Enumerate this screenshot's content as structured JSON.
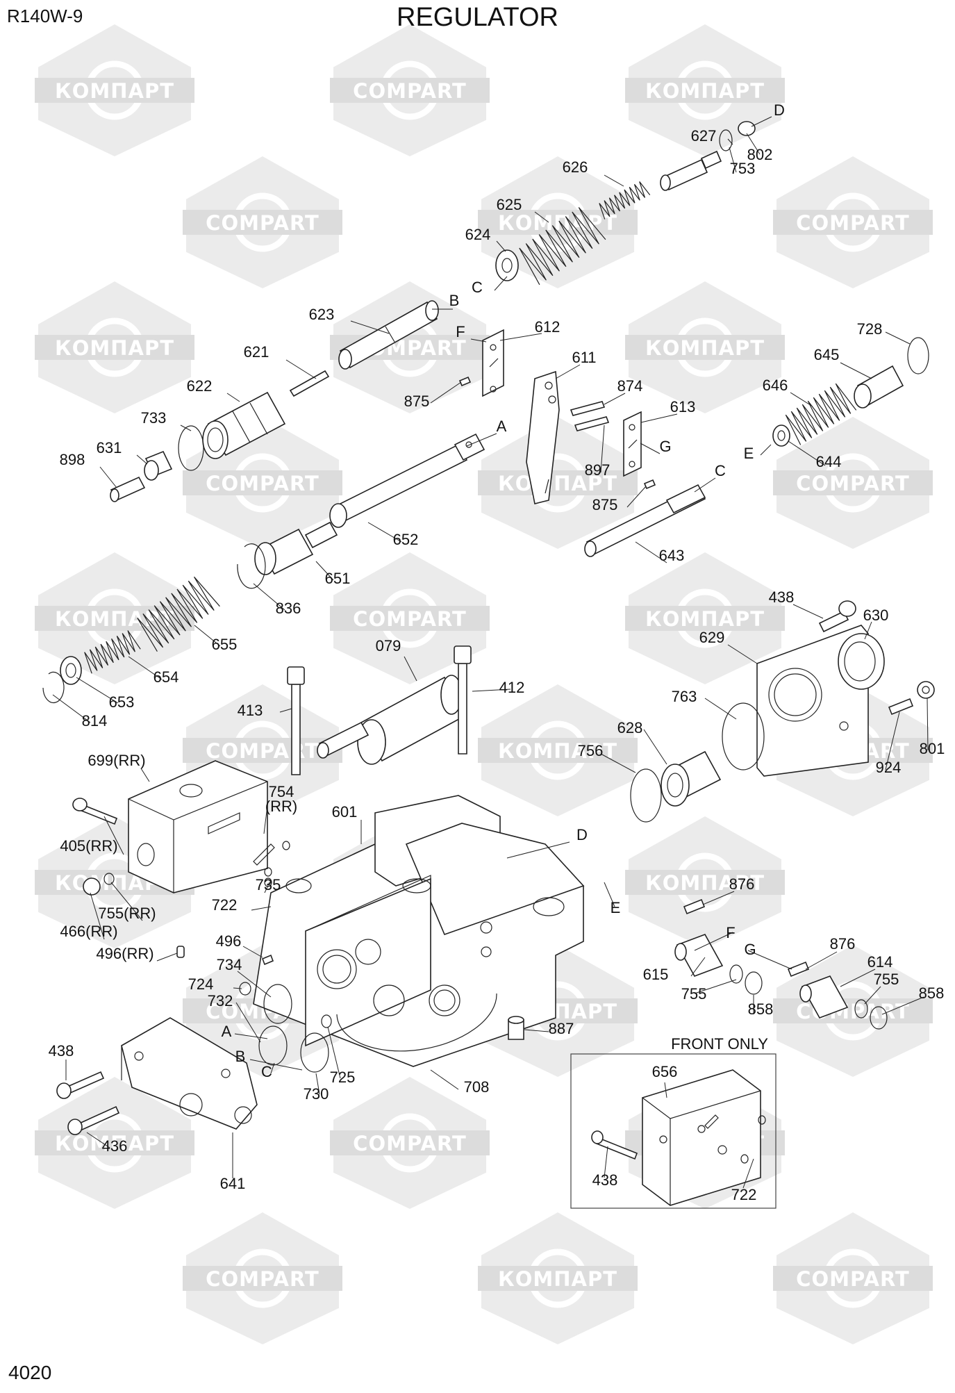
{
  "header": {
    "model": "R140W-9",
    "title": "REGULATOR",
    "page_number": "4020"
  },
  "watermark": {
    "words": [
      "КОМПАРТ",
      "COMPART"
    ],
    "shape_color": "#ebebeb",
    "text_color": "#ffffff"
  },
  "inset": {
    "caption": "FRONT ONLY"
  },
  "callouts": [
    "D",
    "627",
    "802",
    "753",
    "626",
    "625",
    "624",
    "C",
    "623",
    "B",
    "612",
    "F",
    "621",
    "611",
    "875",
    "874",
    "622",
    "733",
    "631",
    "898",
    "A",
    "613",
    "G",
    "897",
    "875",
    "C",
    "652",
    "643",
    "651",
    "836",
    "655",
    "654",
    "653",
    "814",
    "728",
    "645",
    "646",
    "E",
    "644",
    "438",
    "630",
    "629",
    "763",
    "628",
    "756",
    "801",
    "924",
    "079",
    "412",
    "413",
    "699(RR)",
    "754",
    "(RR)",
    "601",
    "D",
    "405(RR)",
    "735",
    "722",
    "755(RR)",
    "466(RR)",
    "496(RR)",
    "876",
    "E",
    "F",
    "G",
    "876",
    "614",
    "615",
    "755",
    "858",
    "755",
    "858",
    "496",
    "734",
    "724",
    "732",
    "A",
    "B",
    "C",
    "730",
    "725",
    "708",
    "887",
    "438",
    "436",
    "641",
    "656",
    "438",
    "722"
  ]
}
